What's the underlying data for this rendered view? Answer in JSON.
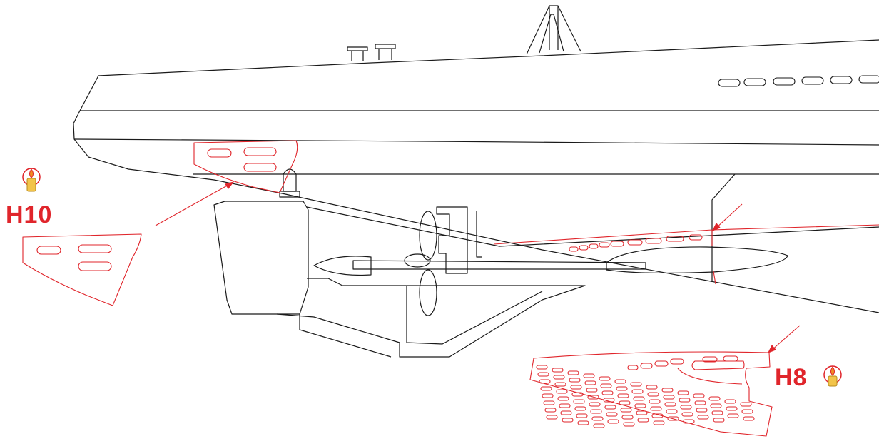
{
  "parts": [
    {
      "id": "H10",
      "label": "H10",
      "icon": "candle-icon"
    },
    {
      "id": "H8",
      "label": "H8",
      "icon": "candle-icon"
    }
  ],
  "colors": {
    "line": "#1a1a1a",
    "accent": "#e0252b",
    "candle_wax": "#f2c44a",
    "flame": "#f08a24",
    "background": "#ffffff"
  }
}
